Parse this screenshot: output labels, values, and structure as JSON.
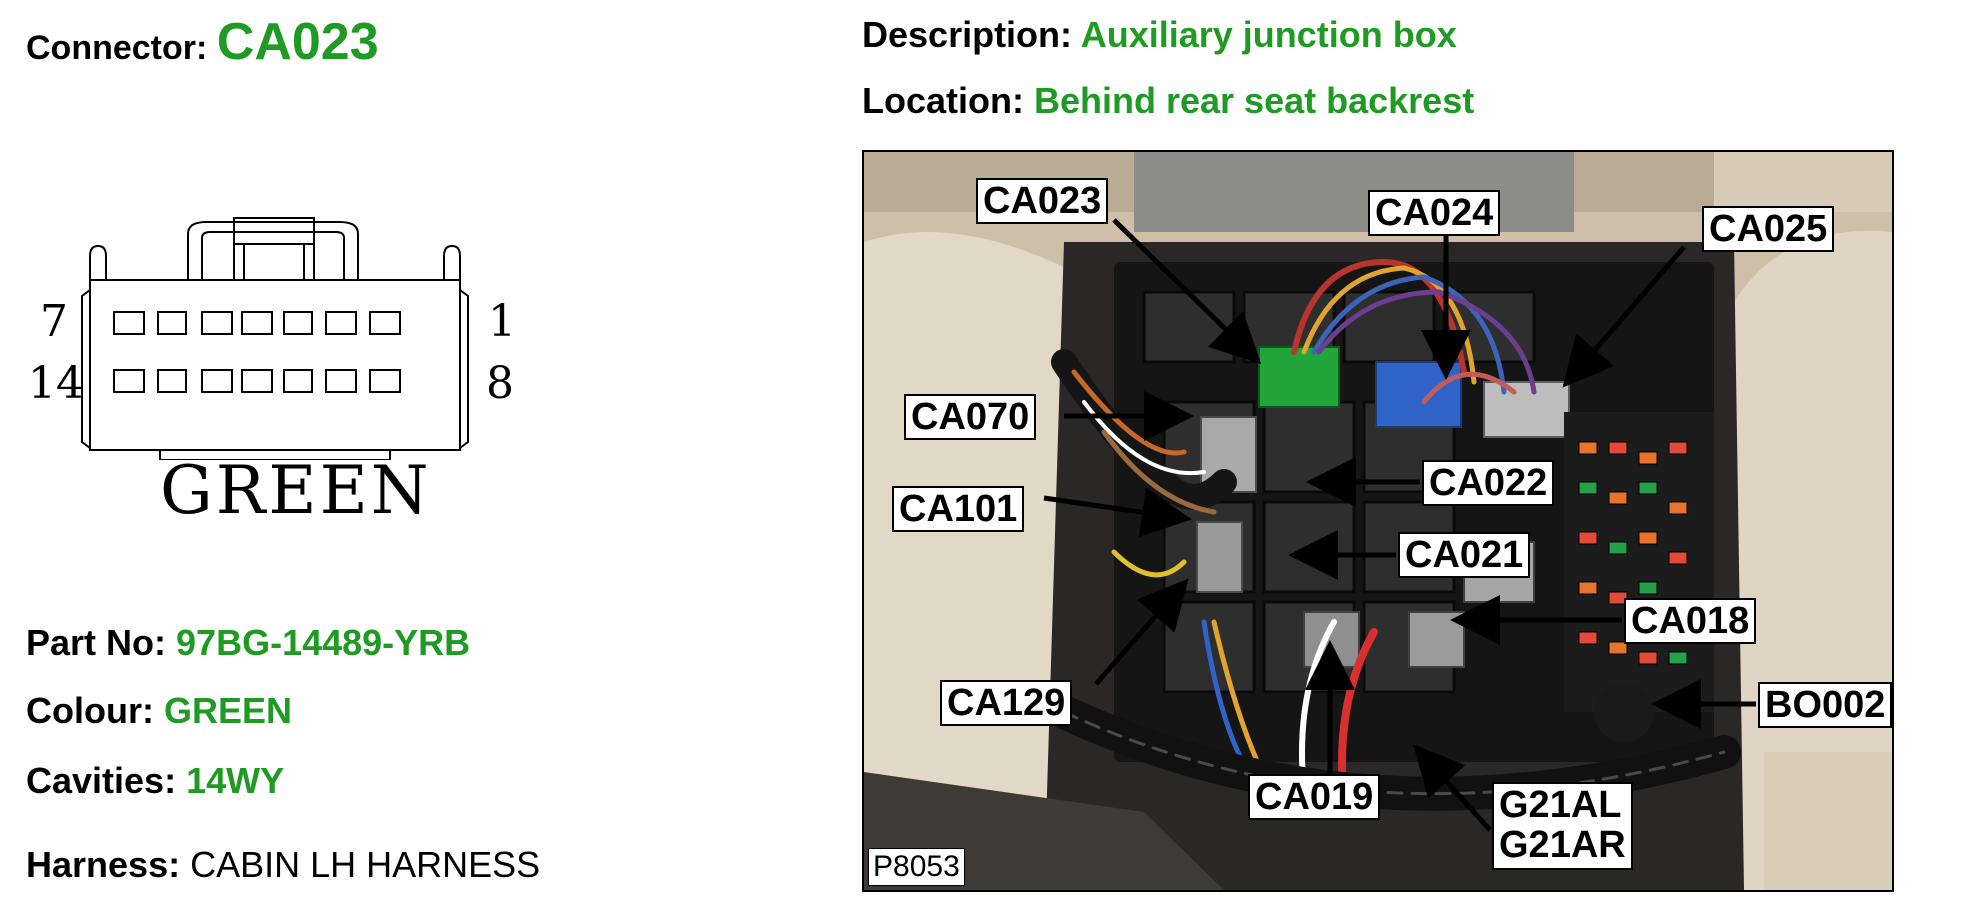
{
  "connector": {
    "label": "Connector:",
    "value": "CA023"
  },
  "description": {
    "label": "Description:",
    "value": "Auxiliary junction box"
  },
  "location": {
    "label": "Location:",
    "value": "Behind rear seat backrest"
  },
  "face": {
    "color_label": "GREEN",
    "pins": {
      "top_left": "7",
      "top_right": "1",
      "bottom_left": "14",
      "bottom_right": "8"
    }
  },
  "part_no": {
    "label": "Part No:",
    "value": "97BG-14489-YRB"
  },
  "colour": {
    "label": "Colour:",
    "value": "GREEN"
  },
  "cavities": {
    "label": "Cavities:",
    "value": "14WY"
  },
  "harness": {
    "label": "Harness:",
    "value": "CABIN LH HARNESS"
  },
  "photo": {
    "code": "P8053",
    "callouts": {
      "ca023": "CA023",
      "ca024": "CA024",
      "ca025": "CA025",
      "ca070": "CA070",
      "ca022": "CA022",
      "ca101": "CA101",
      "ca021": "CA021",
      "ca018": "CA018",
      "ca129": "CA129",
      "bo002": "BO002",
      "ca019": "CA019",
      "g21al": "G21AL",
      "g21ar": "G21AR"
    }
  },
  "colors": {
    "value_green": "#1f9a22",
    "connector_green": "#22a53a",
    "connector_blue": "#2f63c8"
  }
}
